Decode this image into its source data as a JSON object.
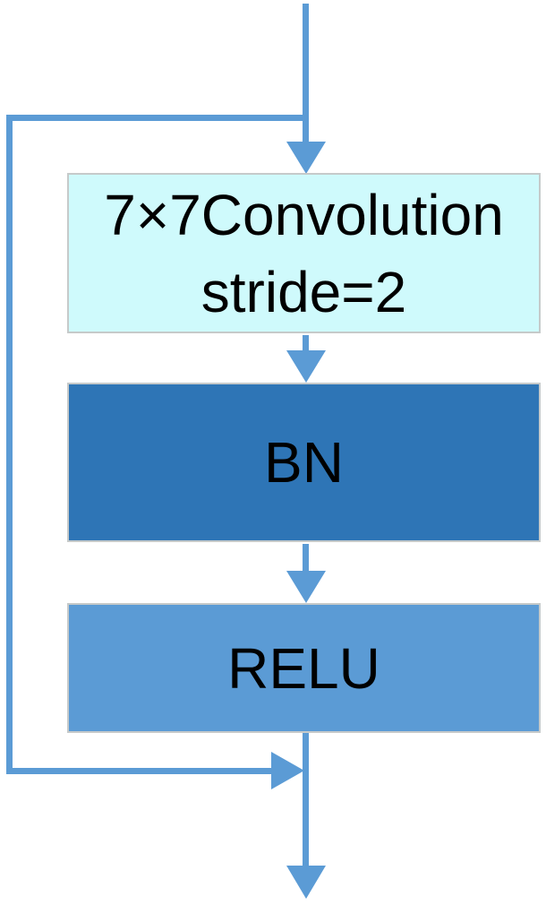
{
  "diagram": {
    "nodes": [
      {
        "id": "conv",
        "lines": [
          "7×7Convolution",
          "stride=2"
        ],
        "fill_key": "conv_fill"
      },
      {
        "id": "bn",
        "label": "BN",
        "fill_key": "bn_fill"
      },
      {
        "id": "relu",
        "label": "RELU",
        "fill_key": "relu_fill"
      }
    ],
    "connectors": [
      {
        "name": "input-arrow",
        "from": "input",
        "to": "conv"
      },
      {
        "name": "skip-branch",
        "from": "input-line",
        "to": "merge-junction"
      },
      {
        "name": "conv-to-bn-arrow",
        "from": "conv",
        "to": "bn"
      },
      {
        "name": "bn-to-relu-arrow",
        "from": "bn",
        "to": "relu"
      },
      {
        "name": "skip-merge-arrow",
        "from": "skip-branch",
        "to": "output-line"
      },
      {
        "name": "output-arrow",
        "from": "relu",
        "to": "output"
      }
    ],
    "colors": {
      "connector": "#5B9BD5",
      "conv_fill": "#CFFAFC",
      "bn_fill": "#2E75B6",
      "relu_fill": "#5B9BD5",
      "box_border": "#C6CACA",
      "text": "#000000"
    }
  }
}
